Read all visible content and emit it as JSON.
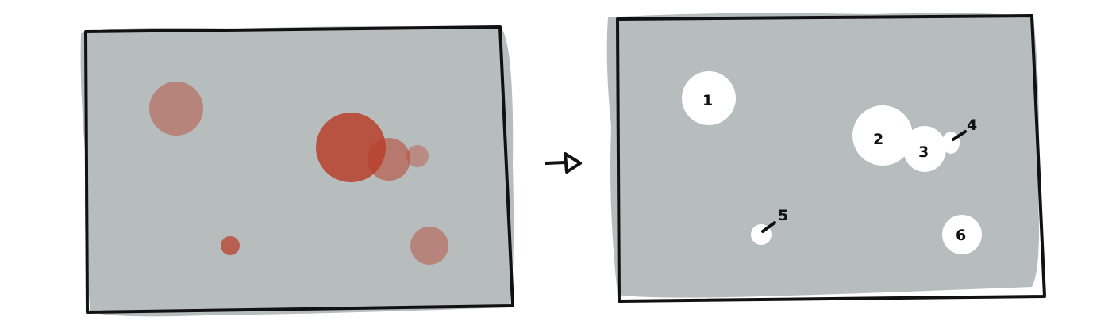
{
  "colors": {
    "panel_fill": "#b7bcbc",
    "frame_stroke": "#111111",
    "blob_fill": "#b8402c",
    "hole_fill": "#ffffff"
  },
  "left_panel": {
    "blobs": [
      {
        "id": "b1",
        "opacity": 0.45
      },
      {
        "id": "b2",
        "opacity": 0.85
      },
      {
        "id": "b3",
        "opacity": 0.55
      },
      {
        "id": "b4",
        "opacity": 0.4
      },
      {
        "id": "b5",
        "opacity": 0.75
      },
      {
        "id": "b6",
        "opacity": 0.45
      }
    ]
  },
  "arrow": {
    "icon": "arrow-right-icon"
  },
  "right_panel": {
    "labels": [
      "1",
      "2",
      "3",
      "4",
      "5",
      "6"
    ]
  }
}
